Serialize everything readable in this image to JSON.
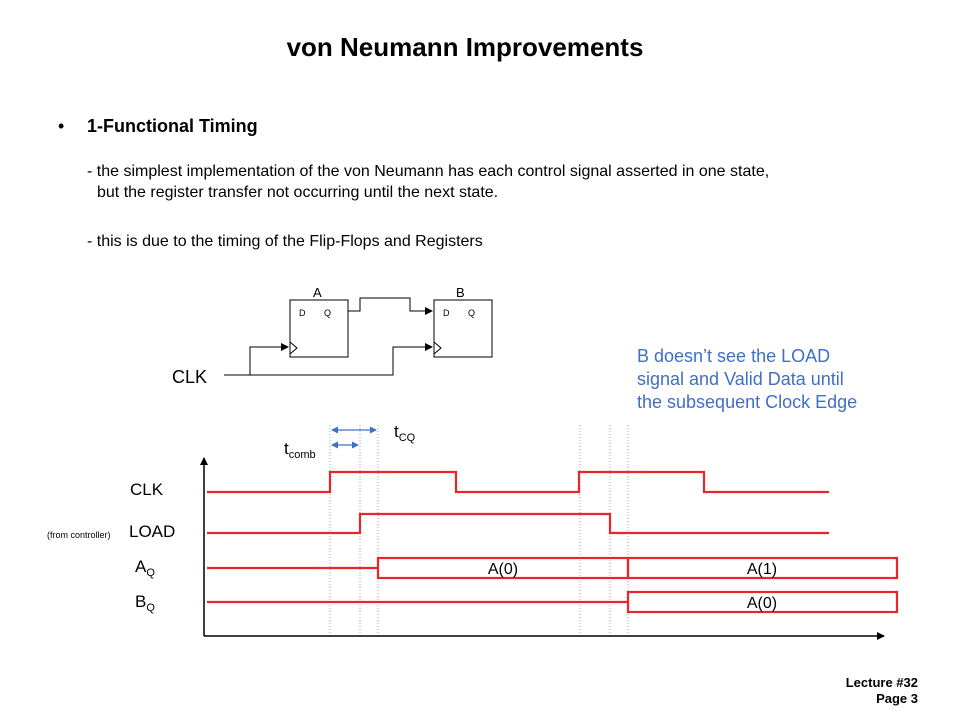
{
  "title": "von Neumann Improvements",
  "bullet": {
    "heading": "1-Functional Timing",
    "line1": "- the simplest implementation of the von Neumann has each control signal asserted in one state,",
    "line2": "but the register transfer not occurring until the next state.",
    "line3": "- this is due to the timing of the Flip-Flops and Registers"
  },
  "circuit": {
    "ff_a_label": "A",
    "ff_b_label": "B",
    "d_pin": "D",
    "q_pin": "Q",
    "clk_label": "CLK"
  },
  "note": "B doesn’t see the LOAD\nsignal and Valid Data until\nthe subsequent Clock Edge",
  "timing": {
    "t_comb_main": "t",
    "t_comb_sub": "comb",
    "t_cq_main": "t",
    "t_cq_sub": "CQ",
    "clk_label": "CLK",
    "load_prefix": "(from controller)",
    "load_label": "LOAD",
    "aq_main": "A",
    "aq_sub": "Q",
    "bq_main": "B",
    "bq_sub": "Q",
    "aq_values": [
      "A(0)",
      "A(1)"
    ],
    "bq_value": "A(0)",
    "signal_color": "#e8262b",
    "note_color": "#3f6fc7",
    "guide_color": "#9aa6c8"
  },
  "footer": {
    "lecture": "Lecture #32",
    "page": "Page 3"
  }
}
